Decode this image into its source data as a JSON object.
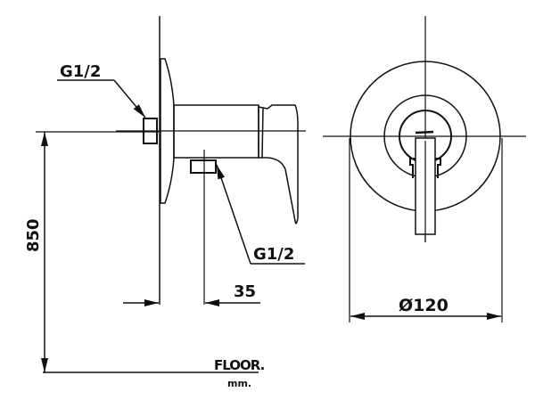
{
  "labels": {
    "inlet_top": "G1/2",
    "inlet_bottom": "G1/2",
    "height": "850",
    "offset": "35",
    "diameter": "Ø120",
    "floor": "FLOOR.",
    "units": "mm."
  },
  "colors": {
    "line": "#111111",
    "background": "#ffffff"
  }
}
